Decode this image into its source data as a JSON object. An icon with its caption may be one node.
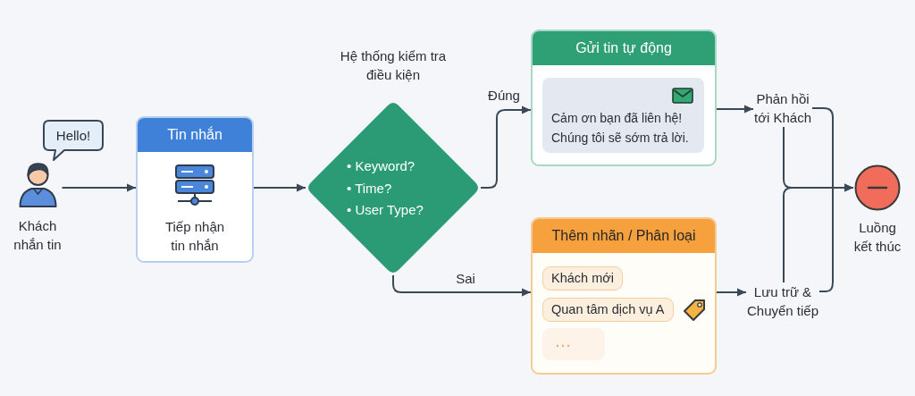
{
  "diagram": {
    "nodes": [
      {
        "text": [
          "Khách nhắn tin"
        ]
      },
      {
        "text": [
          "Hello!"
        ]
      },
      {
        "text": [
          "Tin nhắn",
          "Tiếp nhận tin nhắn"
        ]
      },
      {
        "text": [
          "Hệ thống kiểm tra điều kiện",
          "• Keyword?",
          "• Time?",
          "• User Type?"
        ]
      },
      {
        "text": [
          "Gửi tin tự động"
        ]
      },
      {
        "text": [
          "Cảm ơn bạn đã liên hệ! Chúng tôi sẽ sớm trả lời."
        ],
        "in": 4
      },
      {
        "text": [
          "Thêm nhãn / Phân loại"
        ]
      },
      {
        "text": [
          "Khách mới"
        ],
        "in": 6
      },
      {
        "text": [
          "Quan tâm dịch vụ A"
        ],
        "in": 6
      },
      {
        "text": [
          "..."
        ],
        "in": 6
      },
      {
        "text": [
          "Phản hồi tới Khách"
        ]
      },
      {
        "text": [
          "Lưu trữ & Chuyển tiếp"
        ]
      },
      {
        "text": [
          "Luồng kết thúc"
        ]
      }
    ],
    "edges": [
      {
        "from": 0,
        "to": 2,
        "arrow": "to"
      },
      {
        "from": 2,
        "to": 3,
        "arrow": "to"
      },
      {
        "from": 3,
        "to": 4,
        "arrow": "to",
        "label": "Đúng"
      },
      {
        "from": 3,
        "to": 6,
        "arrow": "to",
        "label": "Sai"
      },
      {
        "from": 4,
        "to": 10,
        "arrow": "to"
      },
      {
        "from": 6,
        "to": 11,
        "arrow": "to"
      },
      {
        "from": 10,
        "to": 12,
        "arrow": "to"
      },
      {
        "from": 11,
        "to": 12,
        "arrow": "to"
      }
    ]
  }
}
